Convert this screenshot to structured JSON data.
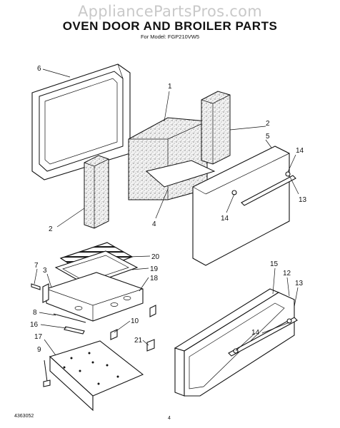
{
  "watermark": "AppliancePartsPros.com",
  "title": "OVEN DOOR AND BROILER PARTS",
  "subtitle": "For Model: FGP210VW5",
  "footer": {
    "code": "4363052",
    "page": "4"
  },
  "callouts": {
    "c1": "1",
    "c2a": "2",
    "c2b": "2",
    "c5": "5",
    "c6": "6",
    "c14a": "14",
    "c14b": "14",
    "c13a": "13",
    "c4": "4",
    "c20": "20",
    "c19": "19",
    "c18": "18",
    "c7": "7",
    "c3": "3",
    "c15": "15",
    "c12": "12",
    "c13b": "13",
    "c8": "8",
    "c16": "16",
    "c10": "10",
    "c21": "21",
    "c14c": "14",
    "c17": "17",
    "c9": "9"
  }
}
